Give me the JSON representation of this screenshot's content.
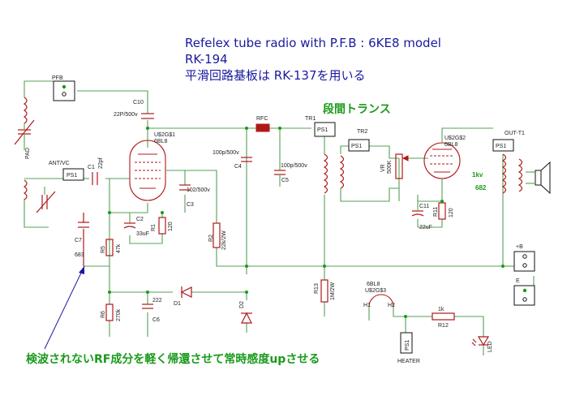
{
  "title": {
    "line1": "Refelex tube radio  with P.F.B  : 6KE8 model",
    "line2": "RK-194",
    "line3": "平滑回路基板は RK-137を用いる"
  },
  "notes": {
    "interstage": "段間トランス",
    "feedback": "検波されないRF成分を軽く帰還させて常時感度upさせる"
  },
  "labels": {
    "pfb": "PFB",
    "pad": "PAD",
    "ant_vc": "ANT/VC",
    "ps1": "PS1",
    "c10": "C10",
    "c10_val": "22P/500v",
    "u1": "U$2G$1",
    "u1_type": "6BL8",
    "c1": "C1",
    "c1_val": "22pf",
    "rfc": "RFC",
    "tr1": "TR1",
    "tr2": "TR2",
    "c4": "C4",
    "c4_val": "100p/500v",
    "c5": "C5",
    "c5_val": "100p/500v",
    "c3": "C3",
    "c3_val": "102/500v",
    "c2": "C2",
    "c2_val": "33uF",
    "r1": "R1",
    "r1_val": "120",
    "r2": "R2",
    "r2_val": "22k/2W",
    "c7": "C7",
    "c7_val": "683",
    "r5": "R5",
    "r5_val": "47k",
    "d1": "D1",
    "d2": "D2",
    "r6": "R6",
    "r6_val": "270k",
    "c6": "C6",
    "c6_val": "222",
    "r13": "R13",
    "r13_val": "1M/2W",
    "vr": "VR",
    "vr_val": "500K",
    "u2": "U$2G$2",
    "u2_type": "6BL8",
    "c11": "C11",
    "c11_val": "22uF",
    "r11": "R11",
    "r11_val": "120",
    "out": "OUT-T1",
    "out_1k": "1kv",
    "out_682": "682",
    "plus_b": "+B",
    "e": "E",
    "u3_type": "6BL8",
    "u3": "U$2G$3",
    "h1": "H1",
    "h2": "H2",
    "r12_val": "1k",
    "r12": "R12",
    "heater": "HEATER",
    "led": "LED"
  },
  "colors": {
    "title": "#1a1aa0",
    "note": "#1a9a1a",
    "wire": "#55a055",
    "part": "#b01818"
  }
}
